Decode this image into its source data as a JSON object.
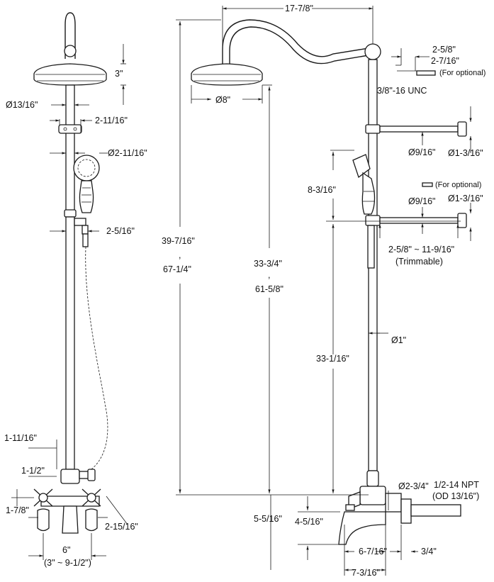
{
  "dimensions": {
    "top_reach": "17-7/8\"",
    "head_height": "3\"",
    "set_2_5_8": "2-5/8\"",
    "set_2_7_16": "2-7/16\"",
    "for_optional_1": "(For optional)",
    "unc": "3/8\"-16 UNC",
    "head_dia_left": "Ø13/16\"",
    "head_dia_right": "Ø8\"",
    "arm_2_11_16": "2-11/16\"",
    "handshower_dia": "Ø2-11/16\"",
    "bracket_9_16_a": "Ø9/16\"",
    "bracket_1_3_16_a": "Ø1-3/16\"",
    "hs_8_3_16": "8-3/16\"",
    "for_optional_2": "(For optional)",
    "bracket_9_16_b": "Ø9/16\"",
    "bracket_1_3_16_b": "Ø1-3/16\"",
    "hose_2_5_16": "2-5/16\"",
    "total_a": "39-7/16\"",
    "total_sep_a": ",",
    "total_b": "67-1/4\"",
    "mid_a": "33-3/4\"",
    "mid_sep": ",",
    "mid_b": "61-5/8\"",
    "trim_range": "2-5/8\" ~ 11-9/16\"",
    "trimmable": "(Trimmable)",
    "pipe_dia": "Ø1\"",
    "riser_33_1_16": "33-1/16\"",
    "left_1_11_16": "1-11/16\"",
    "left_1_1_2": "1-1/2\"",
    "left_1_7_8": "1-7/8\"",
    "handle_2_15_16": "2-15/16\"",
    "spread": "6\"",
    "spread_range": "(3\" ~ 9-1/2\")",
    "valve_dia": "Ø2-3/4\"",
    "npt": "1/2-14 NPT",
    "od": "(OD 13/16\")",
    "h_5_5_16": "5-5/16\"",
    "h_4_5_16": "4-5/16\"",
    "spout_6_7_16": "6-7/16\"",
    "spout_3_4": "3/4\"",
    "spout_7_3_16": "7-3/16\""
  }
}
